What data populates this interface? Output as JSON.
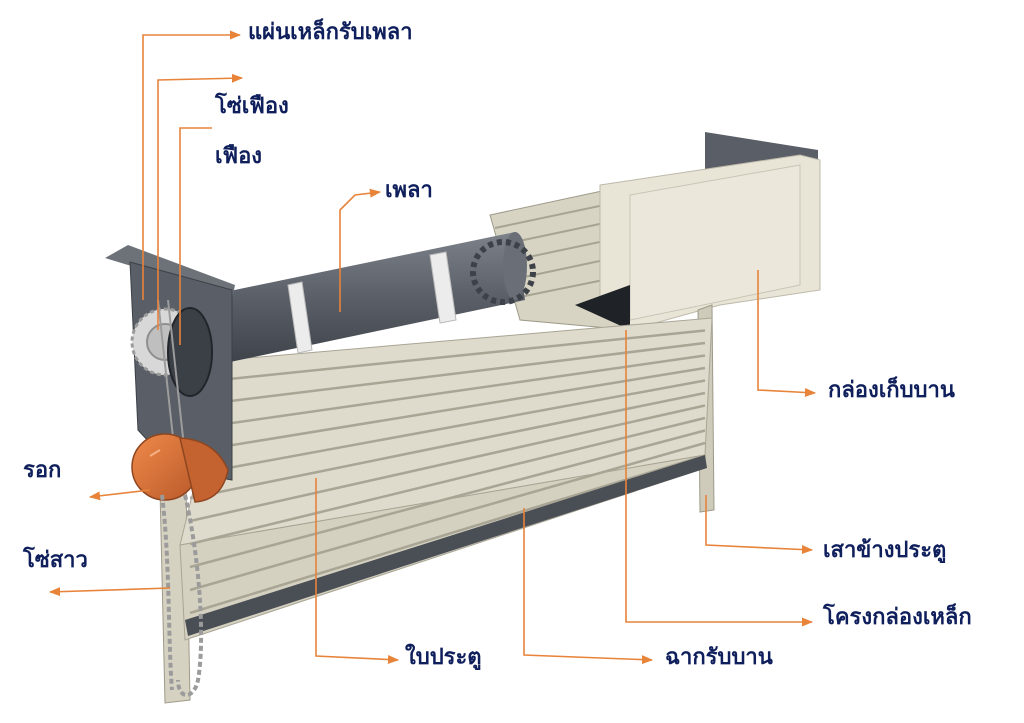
{
  "colors": {
    "leader": "#e8833a",
    "label": "#0f1f5c",
    "slat": "#dedbcc",
    "slat_shadow": "#a9a595",
    "box": "#e8e4d6",
    "shaft": "#5b6068",
    "frame": "#4e535b",
    "hood": "#d9743a"
  },
  "labels": {
    "plate": "แผ่นเหล็กรับเพลา",
    "chain_wheel": "โซ่เฟือง",
    "gear": "เฟือง",
    "shaft": "เพลา",
    "box": "กล่องเก็บบาน",
    "pulley": "รอก",
    "chain": "โซ่สาว",
    "side_post": "เสาข้างประตู",
    "box_frame": "โครงกล่องเหล็ก",
    "door_blade": "ใบประตู",
    "bottom_bar": "ฉากรับบาน"
  }
}
